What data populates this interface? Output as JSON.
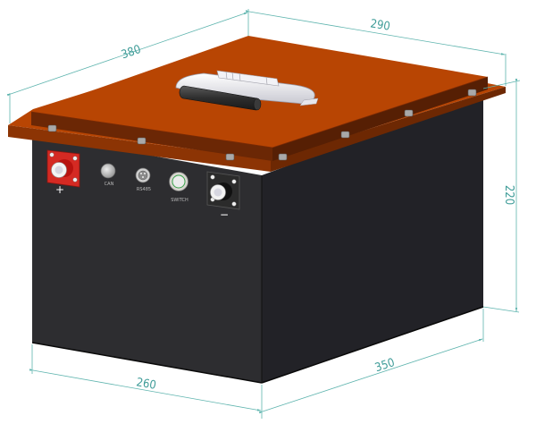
{
  "drawing": {
    "subject": "battery box",
    "dimensions": {
      "top_length": "380",
      "top_width": "290",
      "height": "220",
      "bottom_length": "260",
      "bottom_width": "350"
    },
    "terminals": {
      "positive_symbol": "+",
      "negative_symbol": "−"
    },
    "connector_labels": [
      "CAN",
      "RS485",
      "SWITCH"
    ],
    "colors": {
      "lid": "#b84503",
      "lid_edge": "#7a2a05",
      "body_front": "#2d2d30",
      "body_side": "#222227",
      "positive_terminal": "#d42a23",
      "negative_terminal": "#2b2b2b",
      "dimension_line": "#5eb4ae"
    }
  }
}
